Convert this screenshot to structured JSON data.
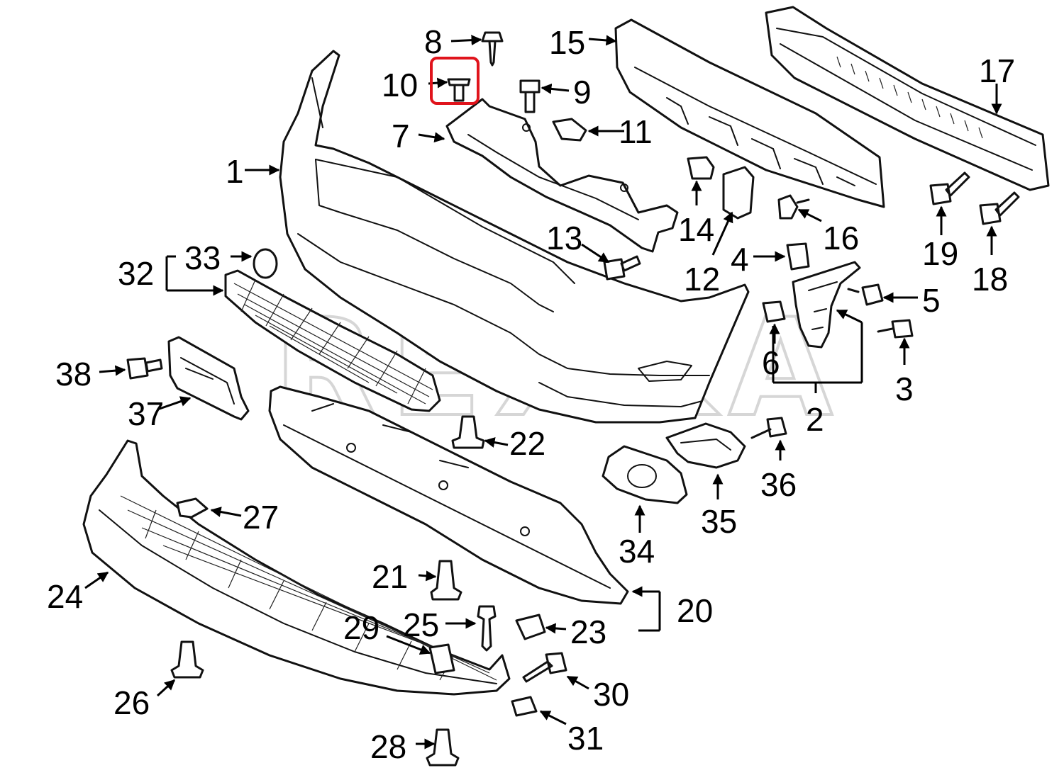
{
  "diagram": {
    "watermark": "REXKA",
    "highlight_color": "#e0141c",
    "ink_color": "#000000",
    "callouts": {
      "c1": "1",
      "c2": "2",
      "c3": "3",
      "c4": "4",
      "c5": "5",
      "c6": "6",
      "c7": "7",
      "c8": "8",
      "c9": "9",
      "c10": "10",
      "c11": "11",
      "c12": "12",
      "c13": "13",
      "c14": "14",
      "c15": "15",
      "c16": "16",
      "c17": "17",
      "c18": "18",
      "c19": "19",
      "c20": "20",
      "c21": "21",
      "c22": "22",
      "c23": "23",
      "c24": "24",
      "c25": "25",
      "c26": "26",
      "c27": "27",
      "c28": "28",
      "c29": "29",
      "c30": "30",
      "c31": "31",
      "c32": "32",
      "c33": "33",
      "c34": "34",
      "c35": "35",
      "c36": "36",
      "c37": "37",
      "c38": "38"
    },
    "highlighted_part": "10"
  }
}
